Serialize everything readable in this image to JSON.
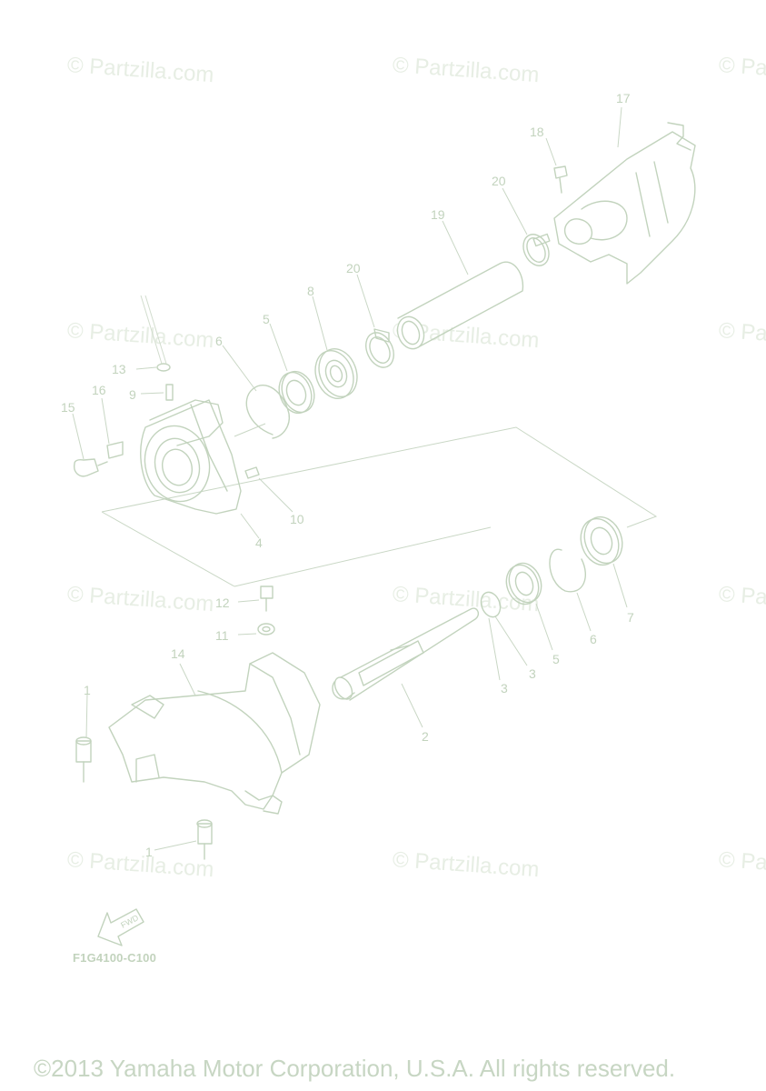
{
  "watermark": "© Partzilla.com",
  "diagram_code": "F1G4100-C100",
  "copyright": "©2013 Yamaha Motor Corporation, U.S.A. All rights reserved.",
  "fwd_arrow_label": "FWD",
  "callouts": [
    "1",
    "1",
    "2",
    "3",
    "3",
    "4",
    "5",
    "5",
    "6",
    "6",
    "7",
    "8",
    "9",
    "10",
    "11",
    "12",
    "13",
    "14",
    "15",
    "16",
    "17",
    "18",
    "19",
    "20",
    "20"
  ]
}
